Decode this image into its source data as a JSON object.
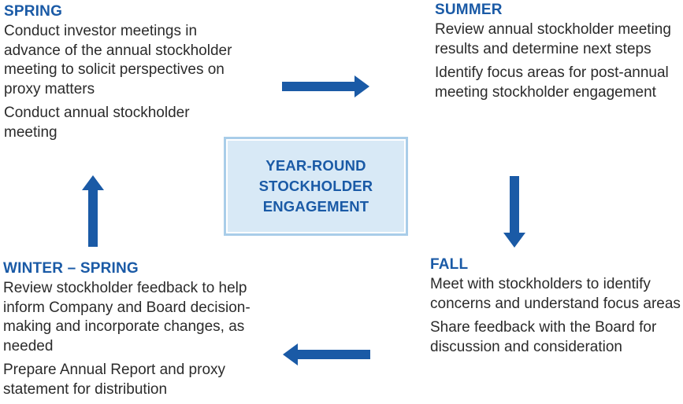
{
  "center": {
    "line1": "YEAR-ROUND",
    "line2": "STOCKHOLDER",
    "line3": "ENGAGEMENT"
  },
  "spring": {
    "title": "SPRING",
    "item1": "Conduct investor meetings in advance of the annual stockholder meeting to solicit perspectives on proxy matters",
    "item2": "Conduct annual stockholder meeting"
  },
  "summer": {
    "title": "SUMMER",
    "item1": "Review annual stockholder meeting results and determine next steps",
    "item2": "Identify focus areas for post-annual meeting stockholder engagement"
  },
  "fall": {
    "title": "FALL",
    "item1": "Meet with stockholders to identify concerns and understand focus areas",
    "item2": "Share feedback with the Board for discussion and consideration"
  },
  "winter": {
    "title": "WINTER – SPRING",
    "item1": "Review stockholder feedback to help inform Company and Board decision-making and incorporate changes, as needed",
    "item2": "Prepare Annual Report and proxy statement for distribution"
  },
  "colors": {
    "accent": "#1a5aa6",
    "box_fill": "#d7e8f6",
    "box_border": "#a9cde9",
    "text": "#2b2b2b"
  }
}
